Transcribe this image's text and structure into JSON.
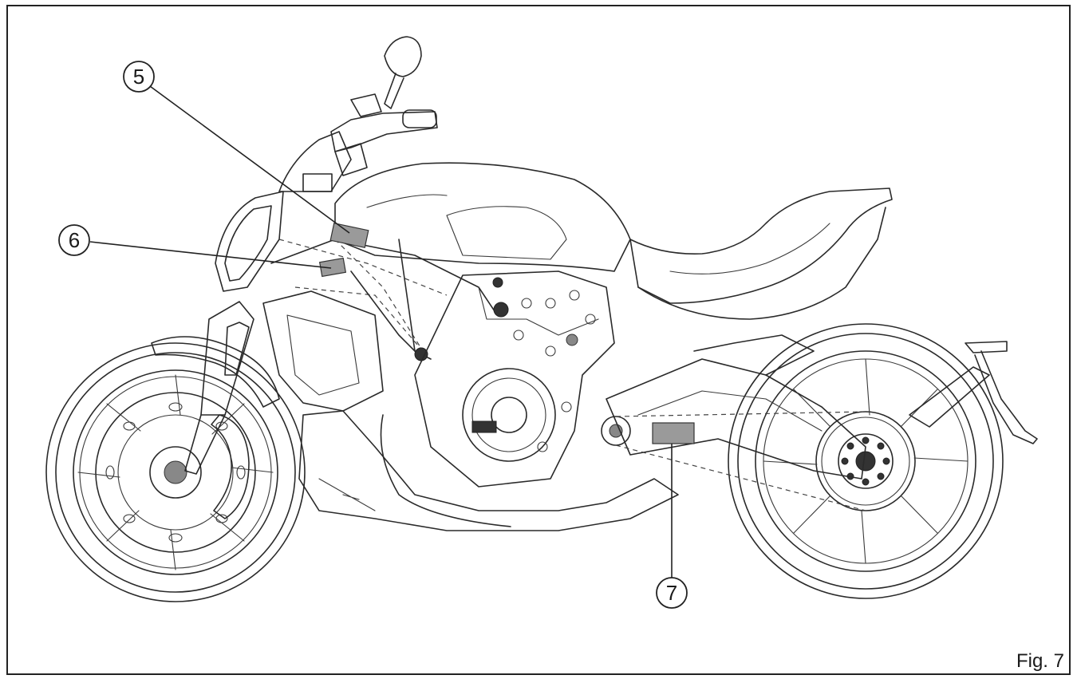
{
  "figure": {
    "label": "Fig. 7"
  },
  "callouts": [
    {
      "id": "5",
      "text": "5"
    },
    {
      "id": "6",
      "text": "6"
    },
    {
      "id": "7",
      "text": "7"
    }
  ],
  "colors": {
    "line": "#2a2a2a",
    "label_patch": "#9a9a9a",
    "background": "#ffffff"
  }
}
